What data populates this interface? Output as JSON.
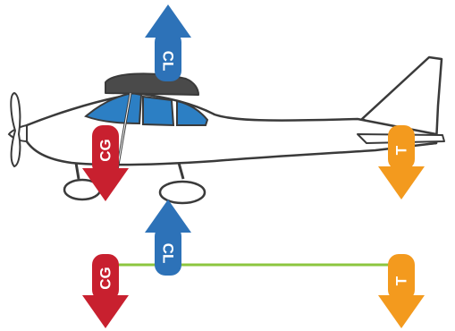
{
  "labels": {
    "center_of_lift": "CL",
    "center_of_gravity": "CG",
    "tail_down_force": "T"
  },
  "colors": {
    "lift": "#2d72b8",
    "gravity": "#c8202f",
    "tail": "#f39a1e",
    "lever_line": "#8cc63f",
    "windows": "#2c7fc4",
    "outline": "#3a3a3a"
  }
}
